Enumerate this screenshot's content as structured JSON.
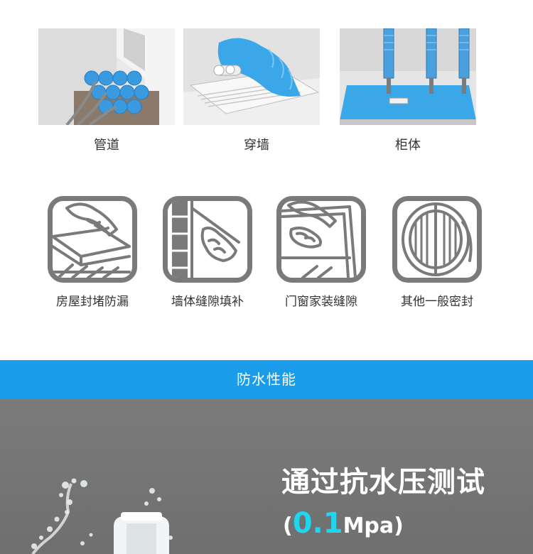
{
  "photos": [
    {
      "label": "管道",
      "icon": "pipe-seal-photo"
    },
    {
      "label": "穿墙",
      "icon": "wall-penetration-photo"
    },
    {
      "label": "柜体",
      "icon": "cabinet-photo"
    }
  ],
  "applications": [
    {
      "label": "房屋封堵防漏",
      "icon": "roof-sealing-icon"
    },
    {
      "label": "墙体缝隙填补",
      "icon": "wall-gap-icon"
    },
    {
      "label": "门窗家装缝隙",
      "icon": "window-gap-icon"
    },
    {
      "label": "其他一般密封",
      "icon": "general-seal-icon"
    }
  ],
  "section": {
    "title": "防水性能"
  },
  "hero": {
    "title": "通过抗水压测试",
    "paren_open": "(",
    "value": "0.1",
    "unit": "Mpa",
    "paren_close": ")"
  },
  "colors": {
    "band": "#1a9cea",
    "accent": "#21d5ee",
    "icon_stroke": "#7a7a7a",
    "sealant_blue": "#3aa7e8"
  }
}
